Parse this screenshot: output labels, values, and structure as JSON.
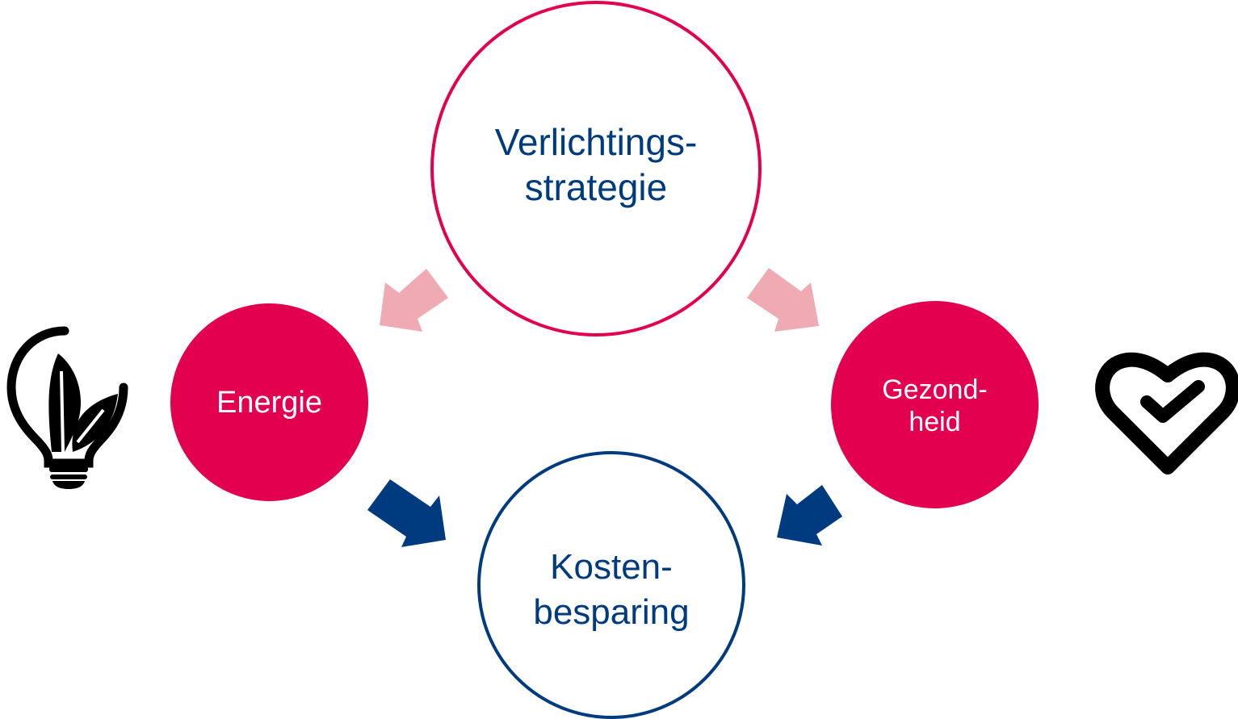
{
  "nodes": {
    "top": {
      "line1": "Verlichtings-",
      "line2": "strategie"
    },
    "left": {
      "label": "Energie"
    },
    "right": {
      "line1": "Gezond-",
      "line2": "heid"
    },
    "bottom": {
      "line1": "Kosten-",
      "line2": "besparing"
    }
  },
  "colors": {
    "accent": "#e2004f",
    "accent_light": "#f0aab4",
    "navy": "#003b7f",
    "icon": "#000000"
  },
  "icons": {
    "left": "lightbulb-leaf-icon",
    "right": "heart-check-icon"
  }
}
